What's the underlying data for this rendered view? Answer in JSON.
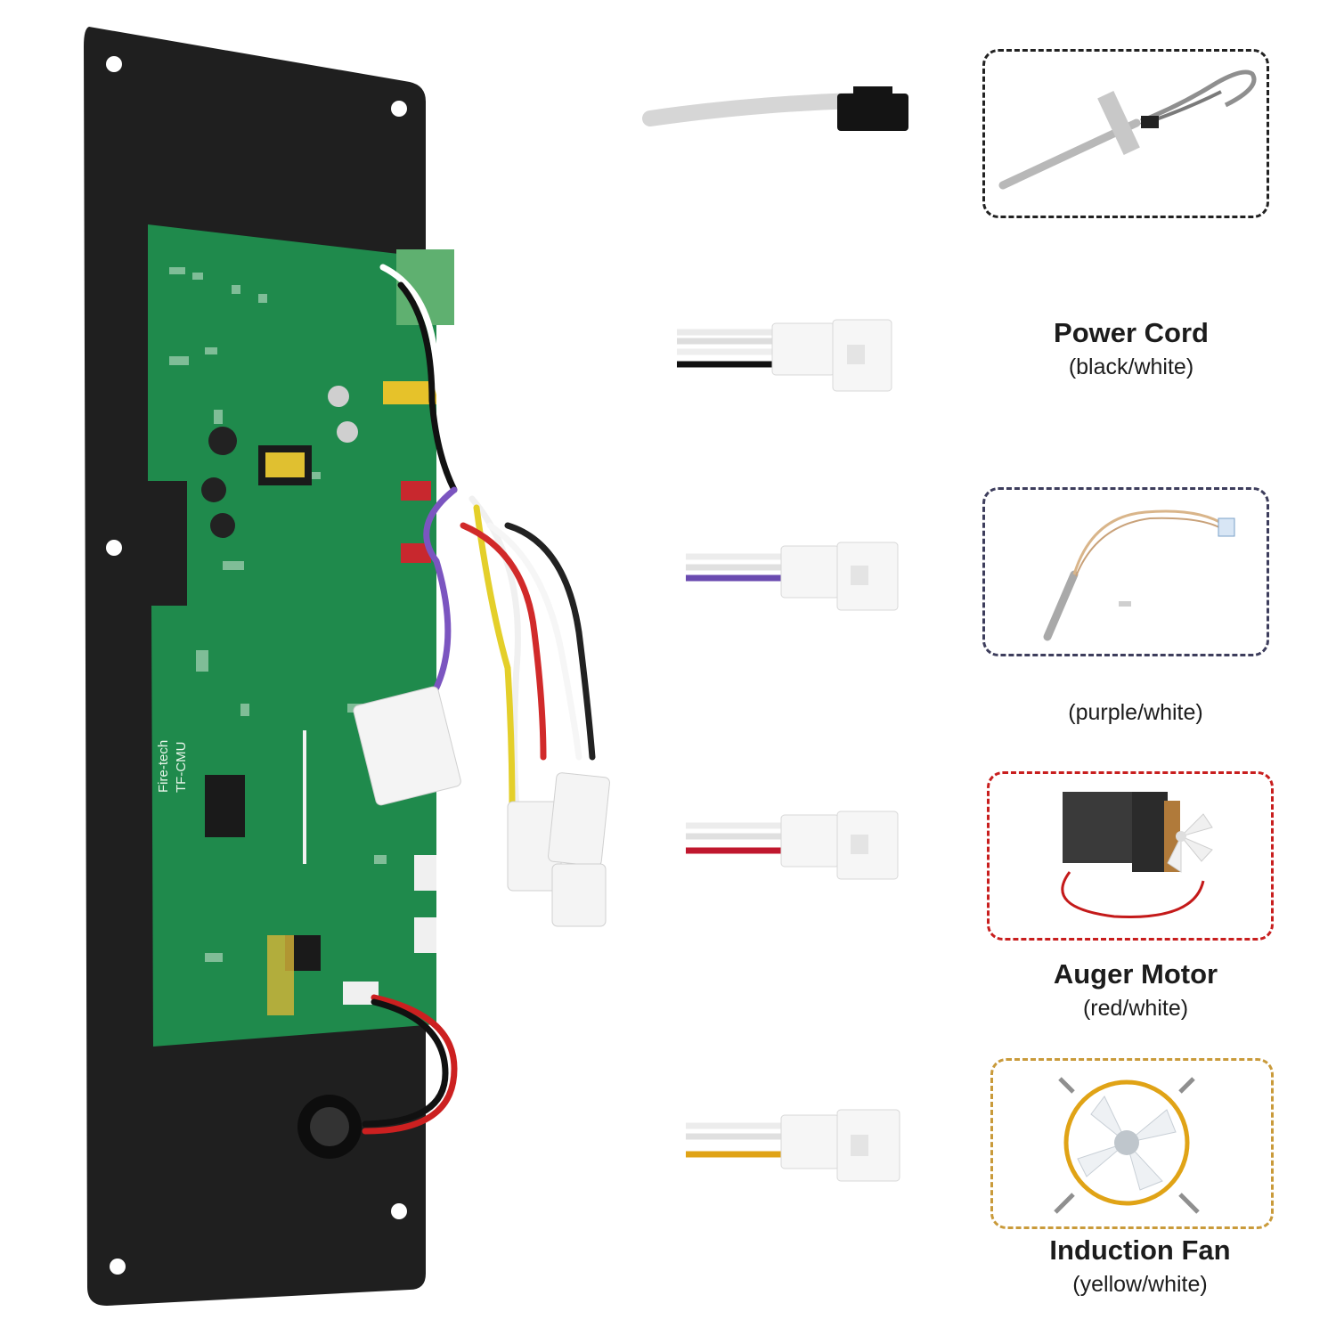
{
  "colors": {
    "plate": "#1f1f1f",
    "pcb": "#1f8a4c",
    "frame_probe": "#222222",
    "frame_meat_probe": "#3d3d5c",
    "frame_auger": "#c81e1e",
    "frame_fan": "#c99a3a"
  },
  "board": {
    "silkscreen_1": "Fire-tech",
    "silkscreen_2": "TF-CMU",
    "icon": "control-board-photo"
  },
  "items": [
    {
      "icon": "clear-tube-connector",
      "title": "",
      "subtitle": ""
    },
    {
      "icon": "power-cord-connector",
      "title": "Power Cord",
      "subtitle": "(black/white)",
      "wire_color": "#111111"
    },
    {
      "icon": "purple-connector",
      "title": "",
      "subtitle": "(purple/white)",
      "wire_color": "#6a4bb0"
    },
    {
      "icon": "red-connector",
      "title": "Auger Motor",
      "subtitle": "(red/white)",
      "wire_color": "#c0172e"
    },
    {
      "icon": "yellow-connector",
      "title": "Induction Fan",
      "subtitle": "(yellow/white)",
      "wire_color": "#e0a316"
    }
  ],
  "photos": [
    {
      "icon": "temperature-probe-photo"
    },
    {
      "icon": "meat-probe-photo"
    },
    {
      "icon": "auger-motor-photo"
    },
    {
      "icon": "induction-fan-photo"
    }
  ]
}
